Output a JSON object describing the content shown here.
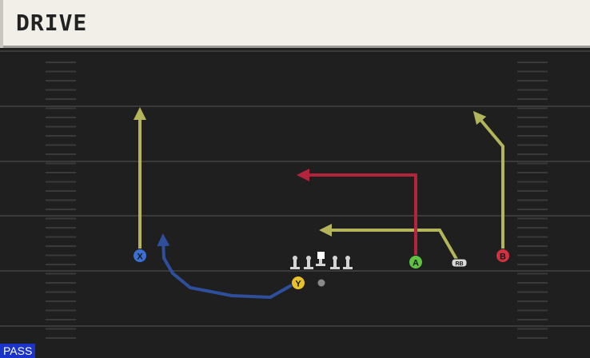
{
  "title": "DRIVE",
  "play_type": "PASS",
  "players": [
    {
      "label": "X",
      "role": "receiver",
      "color": "#3b6fd4"
    },
    {
      "label": "Y",
      "role": "receiver",
      "color": "#e8c12a"
    },
    {
      "label": "A",
      "role": "receiver",
      "color": "#5fc243"
    },
    {
      "label": "B",
      "role": "receiver",
      "color": "#d23140"
    },
    {
      "label": "RB",
      "role": "running-back",
      "color": "#d9d9d9"
    }
  ],
  "route_colors": {
    "yellow": "#b3b55a",
    "red": "#b3243c",
    "blue": "#2d4f9c"
  }
}
